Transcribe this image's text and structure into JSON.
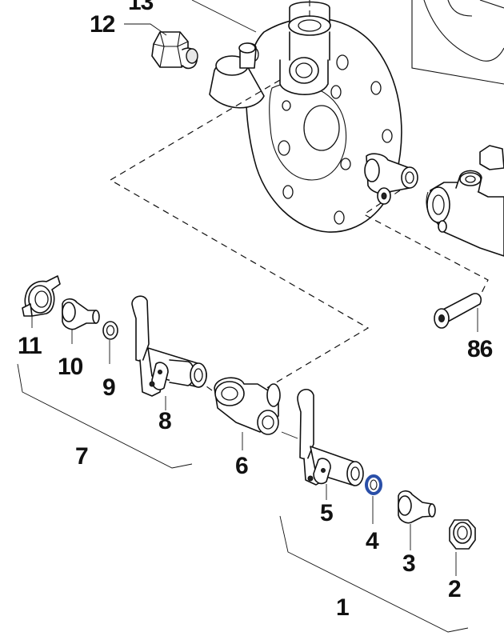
{
  "diagram": {
    "highlight_color": "#2a4fa8",
    "line_color": "#111111",
    "background": "#ffffff",
    "callouts": {
      "c1": "1",
      "c2": "2",
      "c3": "3",
      "c4": "4",
      "c5": "5",
      "c6": "6",
      "c7": "7",
      "c8": "8",
      "c9": "9",
      "c10": "10",
      "c11": "11",
      "c12": "12",
      "c86": "86"
    },
    "highlighted_part": "4"
  }
}
